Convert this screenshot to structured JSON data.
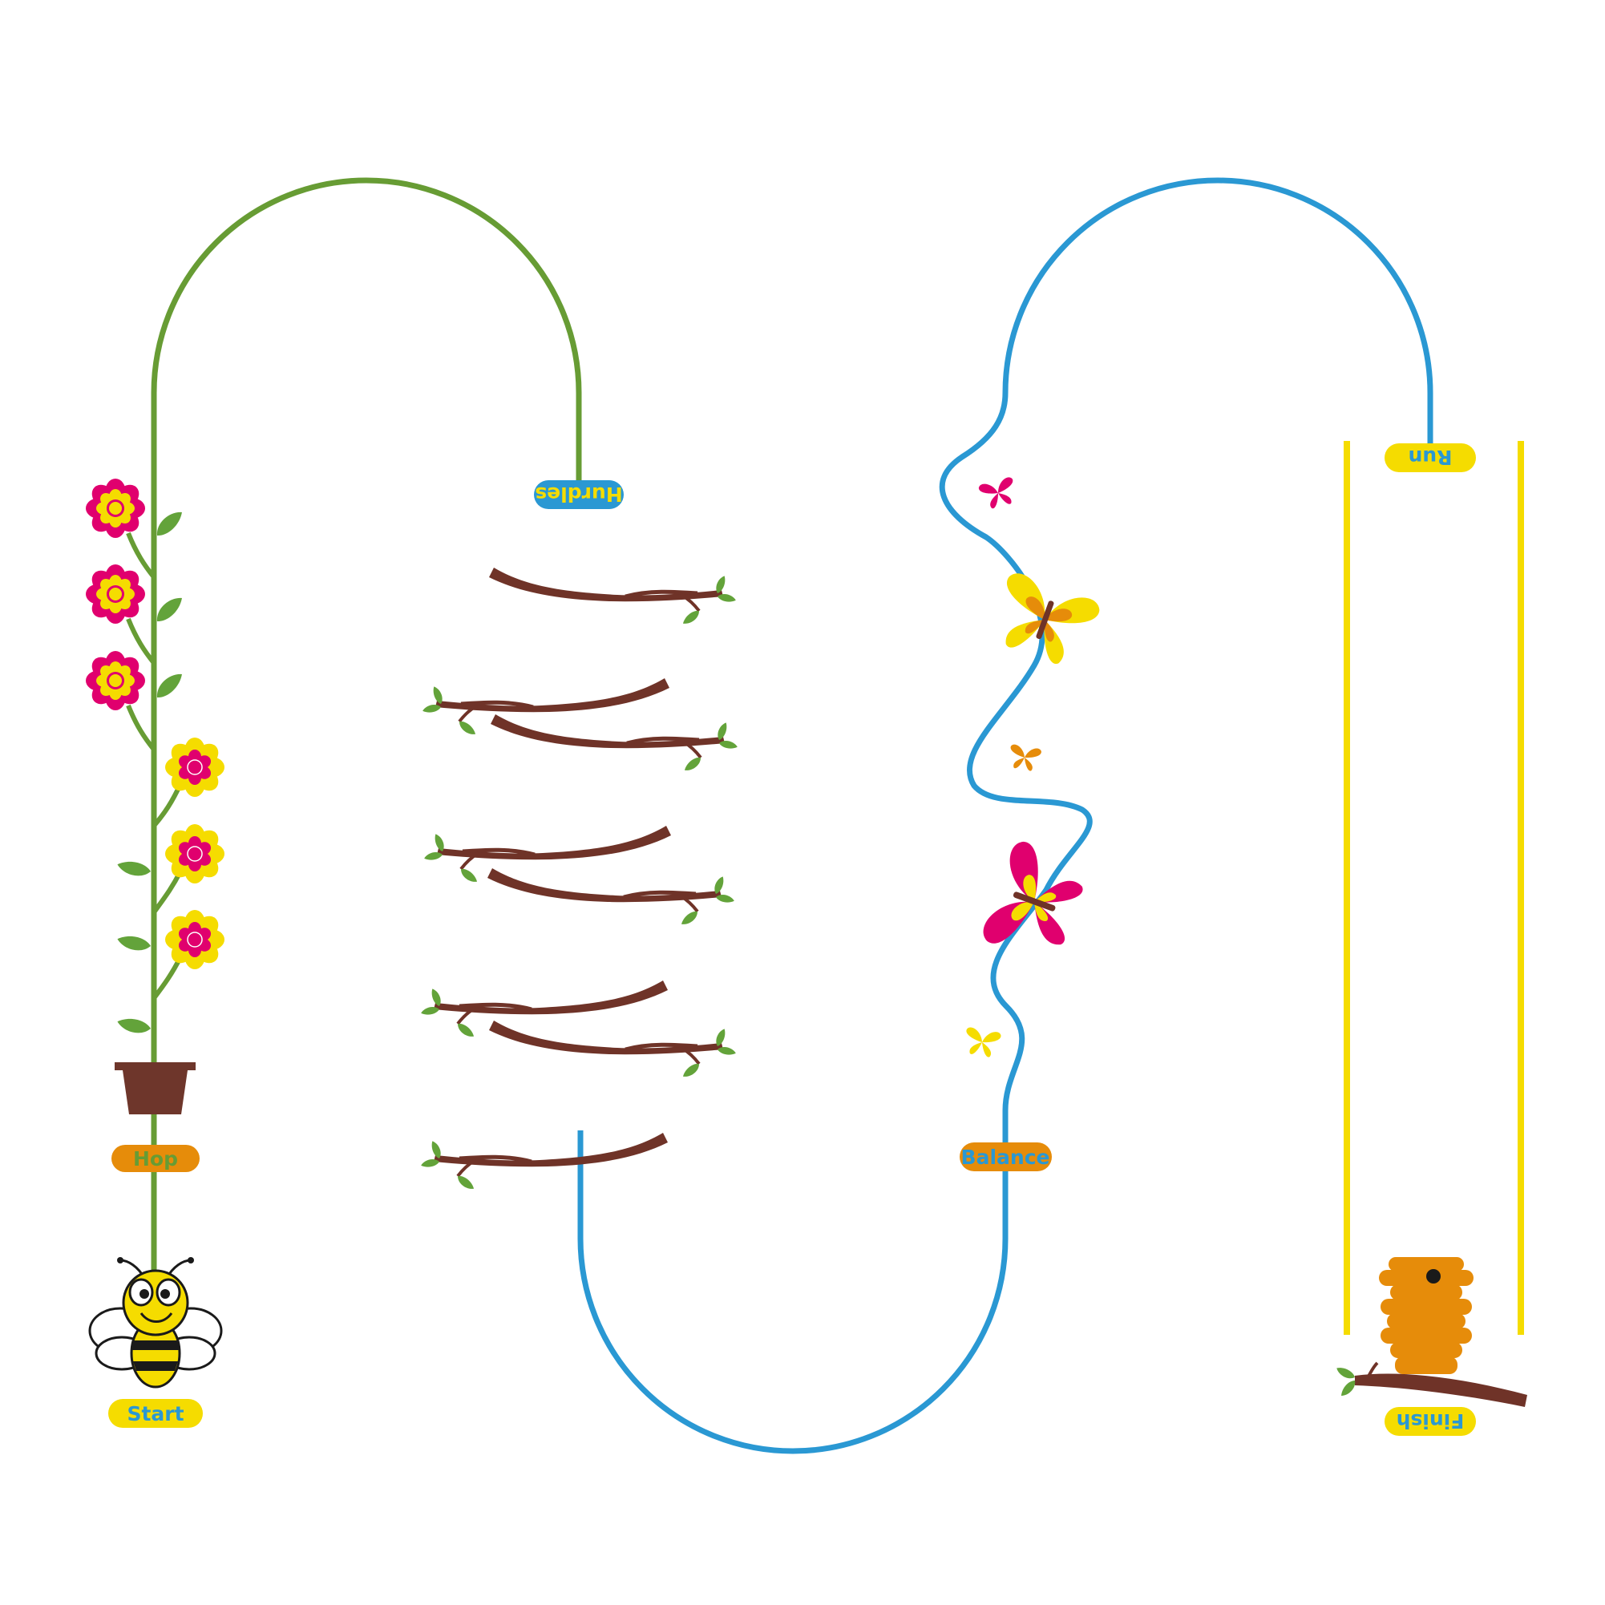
{
  "labels": {
    "start": "Start",
    "hop": "Hop",
    "hurdles": "Hurdles",
    "balance": "Balance",
    "run": "Run",
    "finish": "Finish"
  },
  "colors": {
    "green_path": "#679c34",
    "blue_path": "#2a98d3",
    "yellow": "#f5dc00",
    "orange": "#e68c0a",
    "magenta": "#e0006e",
    "leaf": "#63a33a",
    "branch": "#6f3328",
    "pot": "#6e362b",
    "blue_text": "#2a98d3",
    "green_text": "#679c34",
    "yellow_text": "#f5dc00"
  },
  "icons": [
    "bee-icon",
    "flower-icon",
    "leaf-icon",
    "flower-pot-icon",
    "branch-icon",
    "butterfly-icon",
    "beehive-icon"
  ]
}
